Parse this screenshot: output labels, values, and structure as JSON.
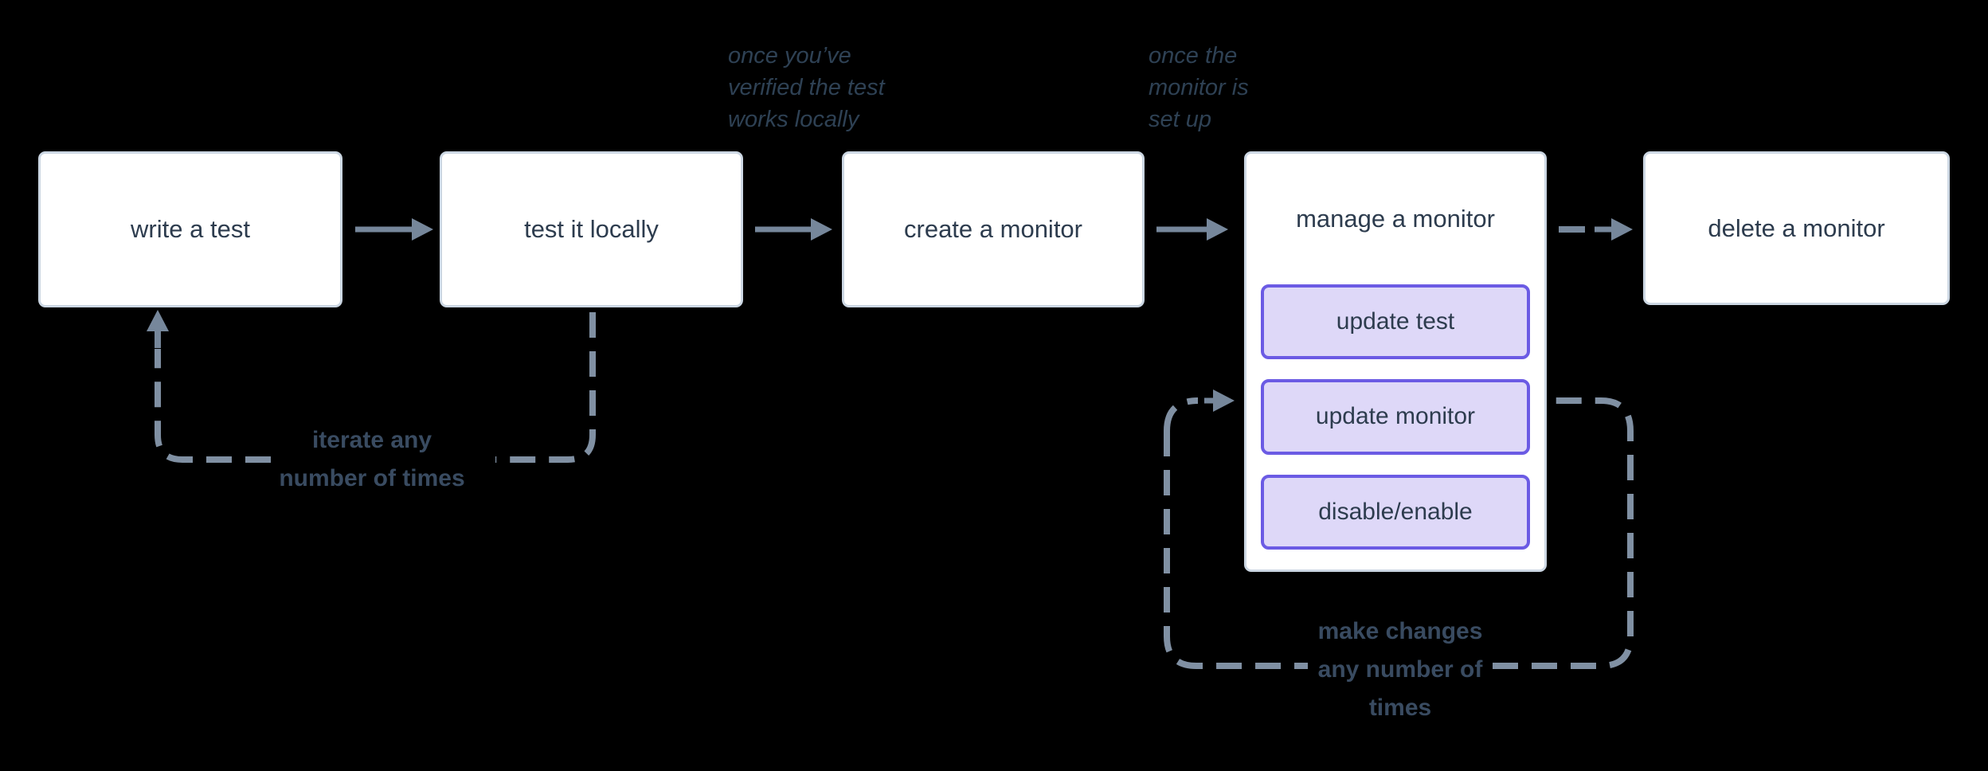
{
  "nodes": {
    "write": {
      "label": "write a test"
    },
    "test": {
      "label": "test it locally"
    },
    "create": {
      "label": "create a monitor"
    },
    "manage": {
      "label": "manage a monitor"
    },
    "delete": {
      "label": "delete a monitor"
    },
    "update_test": {
      "label": "update test"
    },
    "update_monitor": {
      "label": "update monitor"
    },
    "disable_enable": {
      "label": "disable/enable"
    }
  },
  "annotations": {
    "once_verified": [
      "once you’ve",
      "verified the test",
      "works locally"
    ],
    "once_setup": [
      "once the",
      "monitor is",
      "set up"
    ],
    "iterate": [
      "iterate any",
      "number of times"
    ],
    "make_changes": [
      "make changes",
      "any number of",
      "times"
    ]
  },
  "colors": {
    "background": "#000000",
    "node_fill": "#ffffff",
    "node_border": "#ccd7e3",
    "node_text": "#2d3c4e",
    "accent_purple_border": "#6b5be4",
    "accent_purple_fill": "#ded8f8",
    "arrow": "#76879b",
    "loop_dash": "#8090a3",
    "annotation_text": "#2e4154",
    "loop_label_text": "#394b61"
  }
}
